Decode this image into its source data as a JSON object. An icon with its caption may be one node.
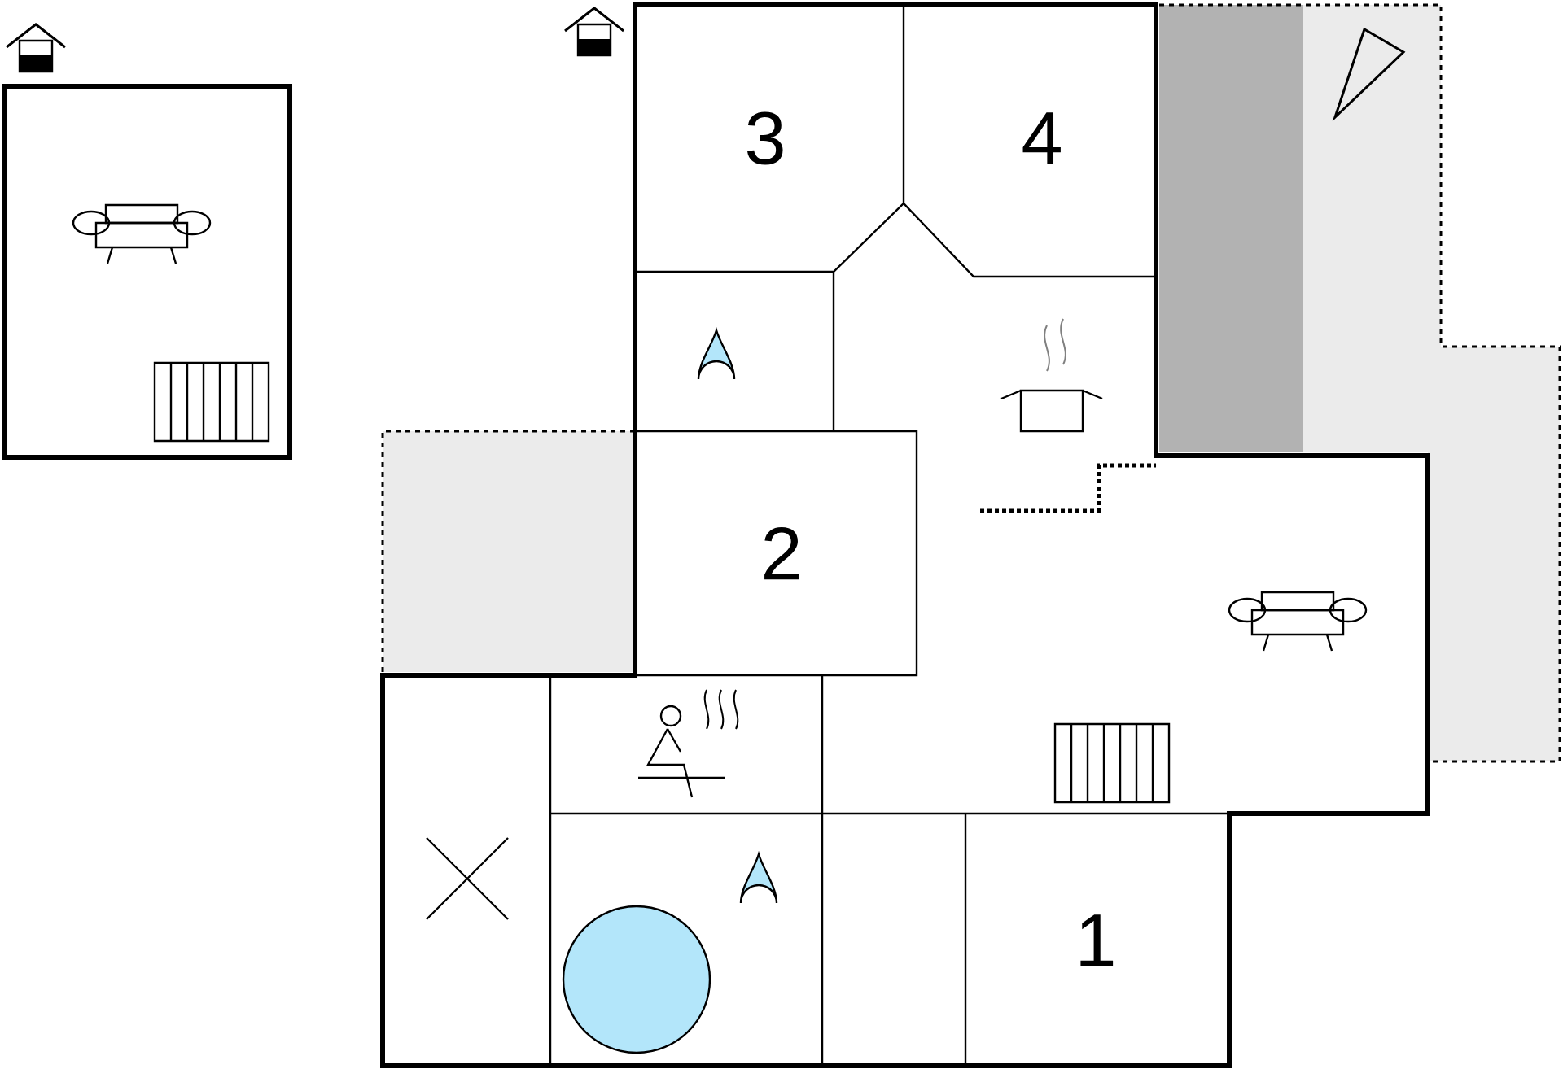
{
  "diagram": {
    "nodes": [
      {
        "text": [
          "3"
        ]
      },
      {
        "text": [
          "4"
        ]
      },
      {
        "text": [
          "2"
        ]
      },
      {
        "text": [
          "1"
        ]
      }
    ]
  }
}
